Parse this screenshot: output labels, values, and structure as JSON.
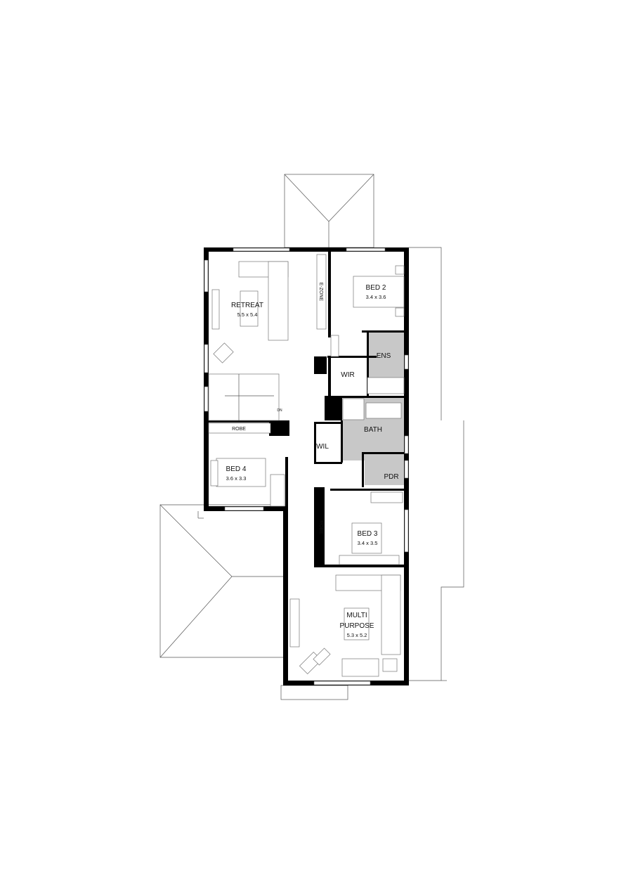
{
  "rooms": {
    "retreat": {
      "name": "RETREAT",
      "size": "5.5 x 5.4"
    },
    "ezone": {
      "name": "E-ZONE"
    },
    "bed2": {
      "name": "BED 2",
      "size": "3.4 x 3.6"
    },
    "ens": {
      "name": "ENS"
    },
    "wir": {
      "name": "WIR"
    },
    "bath": {
      "name": "BATH"
    },
    "wil": {
      "name": "WIL"
    },
    "robe4": {
      "name": "ROBE"
    },
    "bed4": {
      "name": "BED 4",
      "size": "3.6 x 3.3"
    },
    "pdr": {
      "name": "PDR"
    },
    "robe3": {
      "name": "ROBE"
    },
    "bed3": {
      "name": "BED 3",
      "size": "3.4 x 3.5"
    },
    "multi": {
      "name_line1": "MULTI",
      "name_line2": "PURPOSE",
      "size": "5.3 x 5.2"
    },
    "stair": {
      "label": "DN"
    }
  },
  "colors": {
    "wall": "#000000",
    "wet_area": "#c8c8c8"
  }
}
